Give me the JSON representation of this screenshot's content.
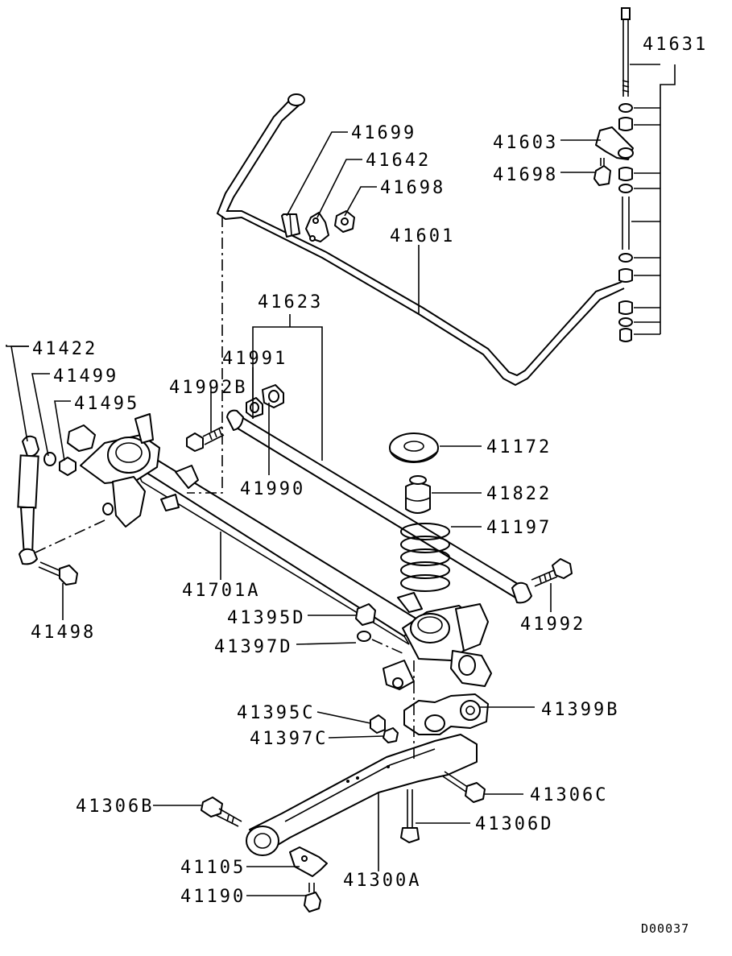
{
  "diagram": {
    "code": "D00037",
    "labels": {
      "l41631": "41631",
      "l41603": "41603",
      "l41698_link": "41698",
      "l41699": "41699",
      "l41642": "41642",
      "l41698": "41698",
      "l41601": "41601",
      "l41623": "41623",
      "l41422": "41422",
      "l41991": "41991",
      "l41499": "41499",
      "l41992B": "41992B",
      "l41495": "41495",
      "l41172": "41172",
      "l41990": "41990",
      "l41822": "41822",
      "l41197": "41197",
      "l41701A": "41701A",
      "l41992": "41992",
      "l41498": "41498",
      "l41395D": "41395D",
      "l41397D": "41397D",
      "l41395C": "41395C",
      "l41399B": "41399B",
      "l41397C": "41397C",
      "l41306C": "41306C",
      "l41306B": "41306B",
      "l41306D": "41306D",
      "l41105": "41105",
      "l41300A": "41300A",
      "l41190": "41190"
    }
  }
}
